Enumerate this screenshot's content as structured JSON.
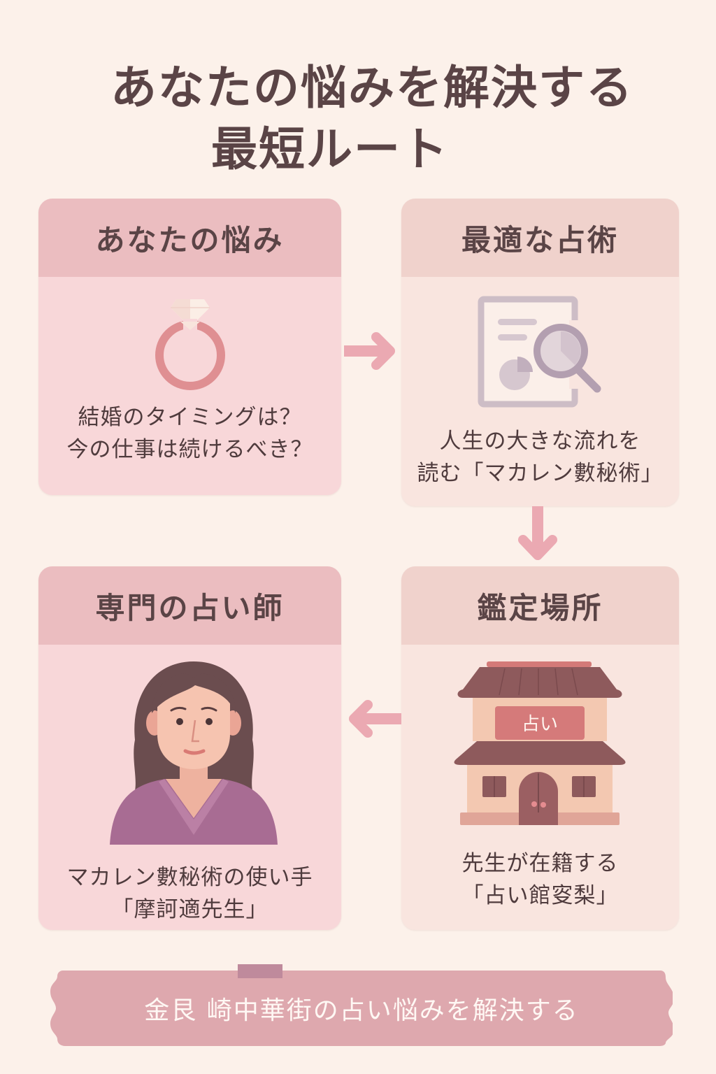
{
  "title": {
    "line1": "あなたの悩みを解決する",
    "line2": "最短ルート"
  },
  "steps": [
    {
      "heading": "あなたの悩み",
      "icon": "ring-icon",
      "caption_lines": [
        "結婚のタイミングは？",
        "今の仕事は続けるべき？"
      ]
    },
    {
      "heading": "最適な占術",
      "icon": "document-analysis-icon",
      "caption_lines": [
        "人生の大きな流れを",
        "読む「マカレン數秘術」"
      ]
    },
    {
      "heading": "鑑定場所",
      "icon": "fortune-house-icon",
      "sign_text": "占い",
      "caption_lines": [
        "先生が在籍する",
        "「占い館叜梨」"
      ]
    },
    {
      "heading": "専門の占い師",
      "icon": "fortune-teller-avatar",
      "caption_lines": [
        "マカレン數秘術の使い手",
        "「摩訶適先生」"
      ]
    }
  ],
  "arrows": [
    {
      "from": "あなたの悩み",
      "to": "最適な占術",
      "direction": "right"
    },
    {
      "from": "最適な占術",
      "to": "鑑定場所",
      "direction": "down"
    },
    {
      "from": "鑑定場所",
      "to": "専門の占い師",
      "direction": "left"
    }
  ],
  "banner": {
    "text": "金艮 崎中華街の占い悩みを解決する"
  },
  "colors": {
    "background": "#fcf1ea",
    "text": "#5a4446",
    "pink_header": "#ebbdc0",
    "pink_body": "#f8d7d9",
    "beige_header": "#f0d2cc",
    "beige_body": "#f9e5df",
    "arrow": "#eba9b2",
    "banner": "#dea8ae",
    "banner_tab": "#bf8a9c"
  }
}
